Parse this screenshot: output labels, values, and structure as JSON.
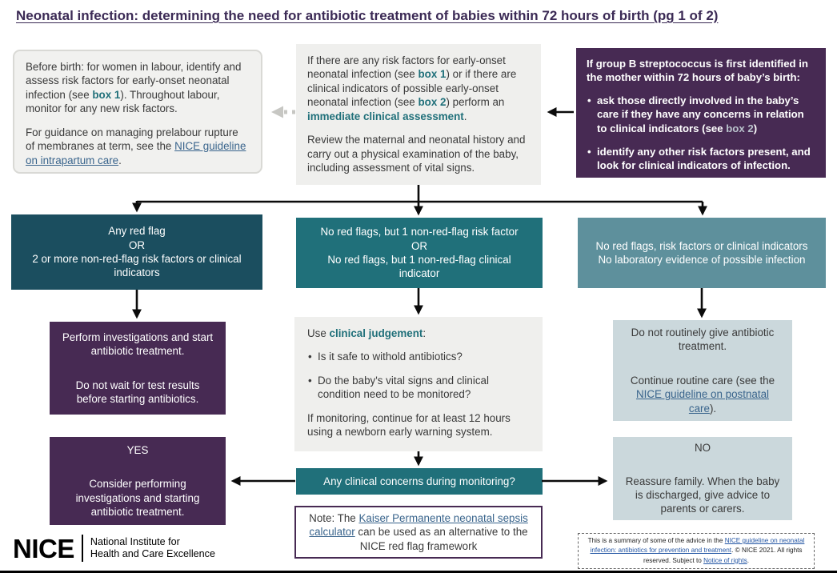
{
  "page": {
    "title": "Neonatal infection: determining the need for antibiotic treatment of babies within 72 hours of birth (pg 1 of 2)"
  },
  "colors": {
    "purple": "#472a53",
    "dark_teal": "#1b4e5f",
    "teal": "#20707a",
    "muted_teal": "#5e909c",
    "light_blue": "#cbd8dc",
    "box_gray": "#efefed",
    "link_blue": "#39648c",
    "title_purple": "#3b2a55"
  },
  "boxes": {
    "before_birth": {
      "p1": [
        {
          "text": "Before birth: for women in labour, identify and assess risk factors for early-onset neonatal infection (see "
        },
        {
          "text": "box 1",
          "bold": true
        },
        {
          "text": "). Throughout labour, monitor for any new risk factors."
        }
      ],
      "p2": [
        {
          "text": "For guidance on managing prelabour rupture of membranes at term, see the "
        },
        {
          "text": "NICE guideline on intrapartum care",
          "link": true
        },
        {
          "text": "."
        }
      ]
    },
    "assessment": {
      "p1": [
        {
          "text": "If there are any risk factors for early-onset neonatal infection (see "
        },
        {
          "text": "box 1",
          "bold": true
        },
        {
          "text": ") or if there are clinical indicators of possible early-onset neonatal infection (see "
        },
        {
          "text": "box 2",
          "bold": true
        },
        {
          "text": ") perform an "
        },
        {
          "text": "immediate clinical assessment",
          "bold": true
        },
        {
          "text": "."
        }
      ],
      "p2": "Review the maternal and neonatal history and carry out a physical examination of the baby, including assessment of vital signs."
    },
    "gbs": {
      "intro": "If group B streptococcus is first identified in the mother within 72 hours of baby’s birth:",
      "bullet1": [
        {
          "text": "ask those directly involved in the baby’s care if they have any concerns in relation to clinical indicators (see "
        },
        {
          "text": "box 2",
          "muted": true
        },
        {
          "text": ")"
        }
      ],
      "bullet2": [
        {
          "text": "identify any other risk factors present, and look for clinical indicators of infection."
        }
      ]
    },
    "red_flag": {
      "lines": [
        "Any red flag",
        "OR",
        "2 or more non-red-flag risk factors or clinical indicators"
      ]
    },
    "one_factor": {
      "lines": [
        "No red flags, but 1 non-red-flag risk factor",
        "OR",
        "No red flags, but 1 non-red-flag clinical indicator"
      ]
    },
    "no_flags": {
      "lines": [
        "No red flags, risk factors or clinical indicators",
        "No laboratory evidence of possible infection"
      ]
    },
    "treat": {
      "p1": "Perform investigations and start antibiotic treatment.",
      "p2": "Do not wait for test results before starting antibiotics."
    },
    "judgement": {
      "p1": [
        {
          "text": "Use "
        },
        {
          "text": "clinical judgement",
          "bold": true
        },
        {
          "text": ":"
        }
      ],
      "bullet1": "Is it safe to withold antibiotics?",
      "bullet2": "Do the baby's vital signs and clinical condition need to be monitored?",
      "p2": "If monitoring, continue for at least 12 hours using a newborn early warning system."
    },
    "routine_care": {
      "p1": "Do not routinely give antibiotic treatment.",
      "p2": [
        {
          "text": "Continue routine care (see the "
        },
        {
          "text": "NICE guideline on postnatal care",
          "link": true
        },
        {
          "text": ")."
        }
      ]
    },
    "yes": {
      "heading": "YES",
      "body": "Consider performing investigations and starting antibiotic treatment."
    },
    "monitoring_question": "Any clinical concerns during monitoring?",
    "no": {
      "heading": "NO",
      "body": "Reassure family. When the baby is discharged, give advice to parents or carers."
    },
    "note": [
      {
        "text": "Note: The "
      },
      {
        "text": "Kaiser Permanente neonatal sepsis calculator",
        "link": true
      },
      {
        "text": " can be used as an alternative to the NICE red flag framework"
      }
    ]
  },
  "logo": {
    "wordmark": "NICE",
    "line1": "National Institute for",
    "line2": "Health and Care Excellence"
  },
  "fine_print": [
    {
      "text": "This is a summary of some of the advice in the "
    },
    {
      "text": "NICE guideline on neonatal infection: antibiotics for prevention and treatment",
      "link": true
    },
    {
      "text": ". © NICE 2021. All rights reserved. Subject to "
    },
    {
      "text": "Notice of rights",
      "link": true
    },
    {
      "text": "."
    }
  ]
}
